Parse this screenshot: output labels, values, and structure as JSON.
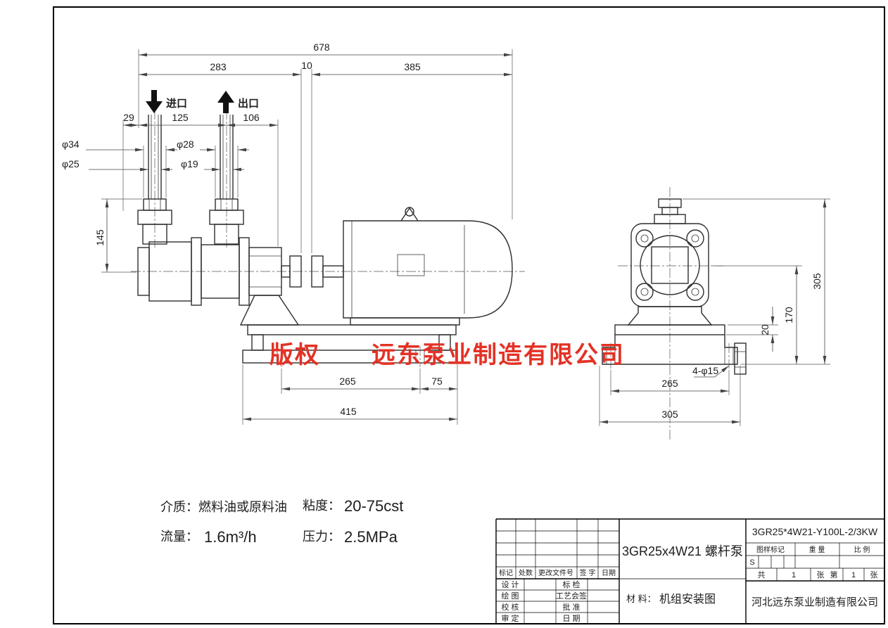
{
  "watermark": {
    "prefix": "版权",
    "company": "远东泵业制造有限公司",
    "color": "#e33225"
  },
  "flow_arrows": {
    "inlet": "进口",
    "outlet": "出口"
  },
  "dims": {
    "d678": "678",
    "d283": "283",
    "d10": "10",
    "d385": "385",
    "d29": "29",
    "d125": "125",
    "d106": "106",
    "phi34": "φ34",
    "phi25": "φ25",
    "phi28": "φ28",
    "phi19": "φ19",
    "d145": "145",
    "d265_side": "265",
    "d75": "75",
    "d415": "415",
    "d305_height": "305",
    "d170": "170",
    "d20": "20",
    "holes": "4-φ15",
    "d265_end": "265",
    "d305_width": "305"
  },
  "specs": {
    "medium": "介质：燃料油或原料油",
    "viscosity_label": "粘度：",
    "viscosity_value": "20-75cst",
    "flow_label": "流量：",
    "flow_value": "1.6m³/h",
    "pressure_label": "压力：",
    "pressure_value": "2.5MPa"
  },
  "title_block": {
    "product": "3GR25x4W21 螺杆泵",
    "model": "3GR25*4W21-Y100L-2/3KW",
    "material_label": "材 料：",
    "material_value": "机组安装图",
    "company": "河北远东泵业制造有限公司",
    "rev_header": {
      "mark": "标记",
      "count": "处数",
      "doc": "更改文件号",
      "sign": "签 字",
      "date": "日期"
    },
    "rows": [
      {
        "a": "设 计",
        "b": "标 检"
      },
      {
        "a": "绘 图",
        "b": "工艺会签"
      },
      {
        "a": "校 核",
        "b": "批 准"
      },
      {
        "a": "审 定",
        "b": "日 期"
      }
    ],
    "stamp": {
      "mark": "图样标记",
      "weight": "重 量",
      "scale": "比 例",
      "value": "S"
    },
    "sheets": {
      "total_label": "共",
      "total": "1",
      "unit_a": "张",
      "page_label": "第",
      "page": "1",
      "unit_b": "张"
    }
  }
}
